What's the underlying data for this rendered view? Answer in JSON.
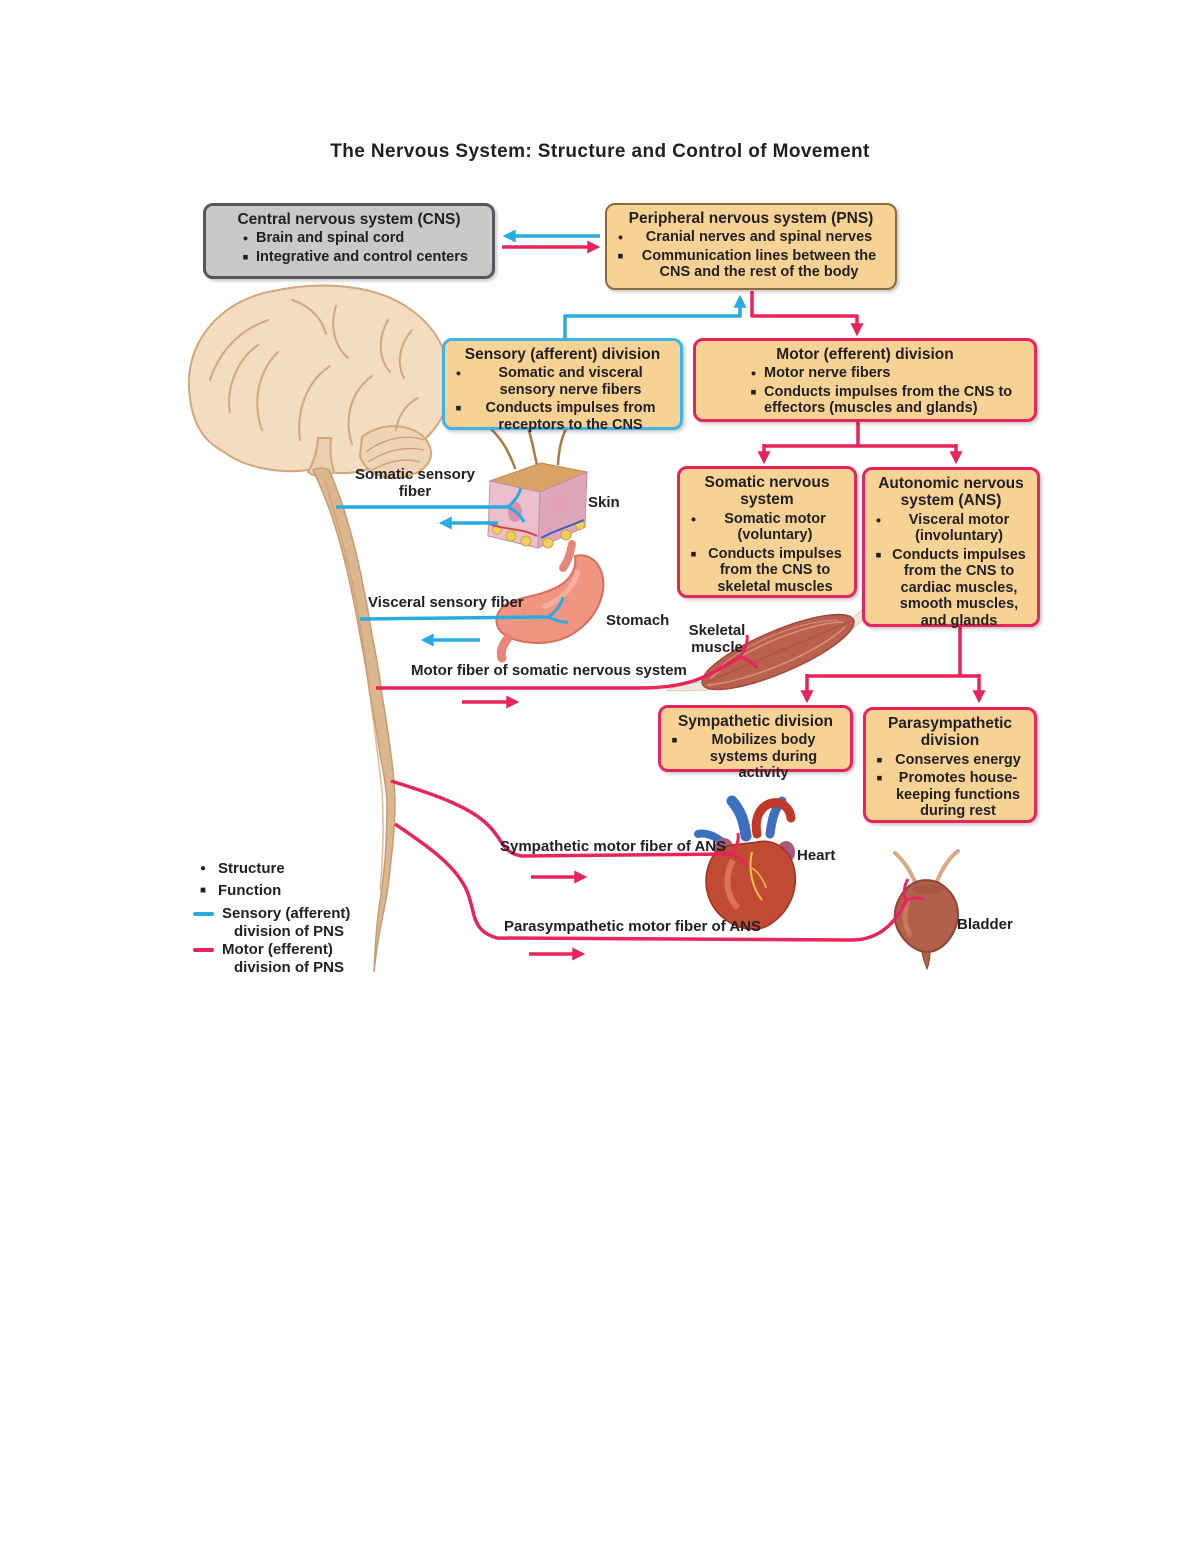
{
  "title": "The Nervous System: Structure and Control of Movement",
  "boxes": {
    "cns": {
      "title": "Central nervous system (CNS)",
      "bullets": [
        {
          "marker": "●",
          "text": "Brain and spinal cord"
        },
        {
          "marker": "■",
          "text": "Integrative and control centers"
        }
      ]
    },
    "pns": {
      "title": "Peripheral nervous system (PNS)",
      "bullets": [
        {
          "marker": "●",
          "text": "Cranial nerves and spinal nerves"
        },
        {
          "marker": "■",
          "text": "Communication lines between the CNS and the rest of the body"
        }
      ]
    },
    "sensory": {
      "title": "Sensory (afferent) division",
      "bullets": [
        {
          "marker": "●",
          "text": "Somatic and visceral sensory nerve fibers"
        },
        {
          "marker": "■",
          "text": "Conducts impulses from receptors to the CNS"
        }
      ]
    },
    "motor": {
      "title": "Motor (efferent) division",
      "bullets": [
        {
          "marker": "●",
          "text": "Motor nerve fibers"
        },
        {
          "marker": "■",
          "text": "Conducts impulses from the CNS to effectors (muscles and glands)"
        }
      ]
    },
    "somatic": {
      "title": "Somatic nervous system",
      "bullets": [
        {
          "marker": "●",
          "text": "Somatic motor (voluntary)"
        },
        {
          "marker": "■",
          "text": "Conducts impulses from the CNS to skeletal muscles"
        }
      ]
    },
    "ans": {
      "title": "Autonomic nervous system (ANS)",
      "bullets": [
        {
          "marker": "●",
          "text": "Visceral motor (involuntary)"
        },
        {
          "marker": "■",
          "text": "Conducts impulses from the CNS to cardiac muscles, smooth muscles, and glands"
        }
      ]
    },
    "sympathetic": {
      "title": "Sympathetic division",
      "bullets": [
        {
          "marker": "■",
          "text": "Mobilizes body systems during activity"
        }
      ]
    },
    "parasympathetic": {
      "title": "Parasympathetic division",
      "bullets": [
        {
          "marker": "■",
          "text": "Conserves energy"
        },
        {
          "marker": "■",
          "text": "Promotes house-keeping functions during rest"
        }
      ]
    }
  },
  "labels": {
    "somatic_sensory_fiber": "Somatic sensory fiber",
    "skin": "Skin",
    "visceral_sensory_fiber": "Visceral sensory fiber",
    "stomach": "Stomach",
    "motor_fiber_somatic": "Motor fiber of somatic nervous system",
    "skeletal_muscle": "Skeletal muscle",
    "sympathetic_fiber": "Sympathetic motor fiber of ANS",
    "heart": "Heart",
    "parasympathetic_fiber": "Parasympathetic motor fiber of ANS",
    "bladder": "Bladder"
  },
  "legend": {
    "structure": {
      "marker": "●",
      "label": "Structure"
    },
    "function": {
      "marker": "■",
      "label": "Function"
    },
    "sensory": {
      "line1": "Sensory (afferent)",
      "line2": "division of PNS"
    },
    "motor": {
      "line1": "Motor (efferent)",
      "line2": "division of PNS"
    }
  },
  "colors": {
    "sensory_blue": "#29abe2",
    "motor_red": "#e8245c",
    "box_fill": "#f7d295",
    "cns_fill": "#c8c9cb"
  },
  "illustrations": [
    "brain",
    "spinal cord",
    "skin",
    "stomach",
    "skeletal muscle",
    "heart",
    "bladder"
  ]
}
